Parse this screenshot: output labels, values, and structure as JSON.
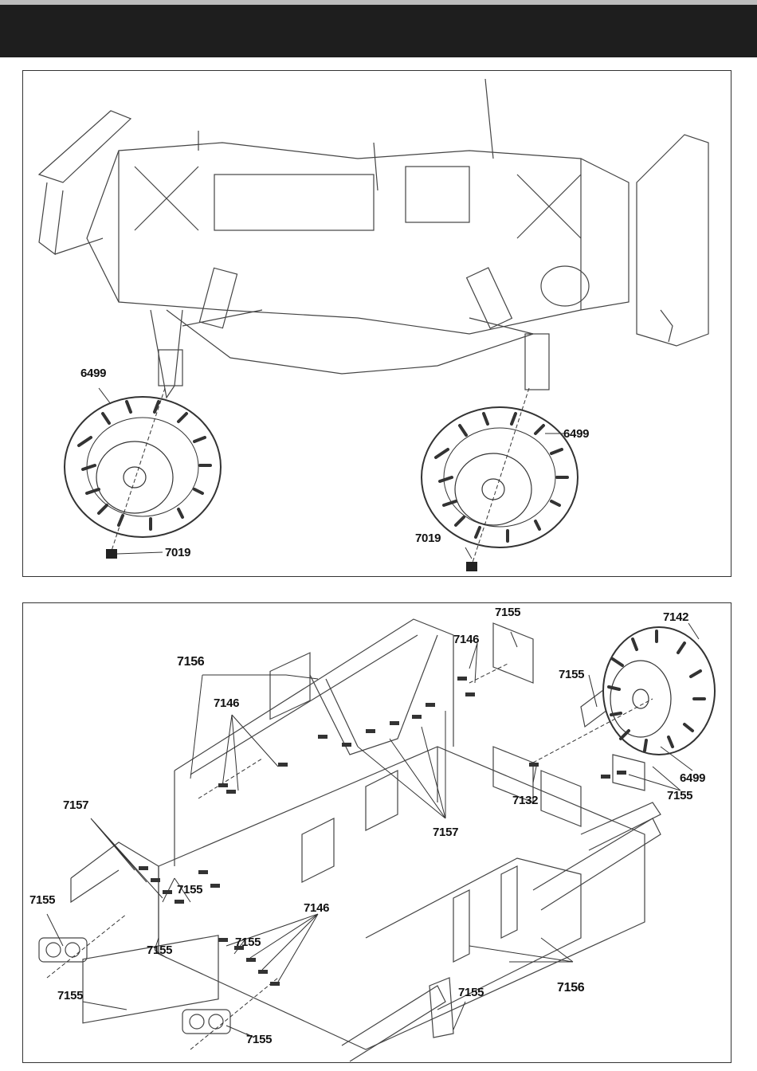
{
  "header": {
    "title": ""
  },
  "top_panel": {
    "callouts": {
      "tire_left": "6499",
      "tire_right": "6499",
      "nut_left": "7019",
      "nut_right": "7019"
    }
  },
  "bottom_panel": {
    "callouts": {
      "c7155_a": "7155",
      "c7142": "7142",
      "c7146_a": "7146",
      "c7156_a": "7156",
      "c7146_b": "7146",
      "c7155_b": "7155",
      "c6499": "6499",
      "c7132": "7132",
      "c7155_c": "7155",
      "c7157_a": "7157",
      "c7157_b": "7157",
      "c7155_d": "7155",
      "c7155_e": "7155",
      "c7146_c": "7146",
      "c7155_f": "7155",
      "c7155_g": "7155",
      "c7155_h": "7155",
      "c7155_i": "7155",
      "c7156_b": "7156",
      "c7155_j": "7155"
    }
  }
}
